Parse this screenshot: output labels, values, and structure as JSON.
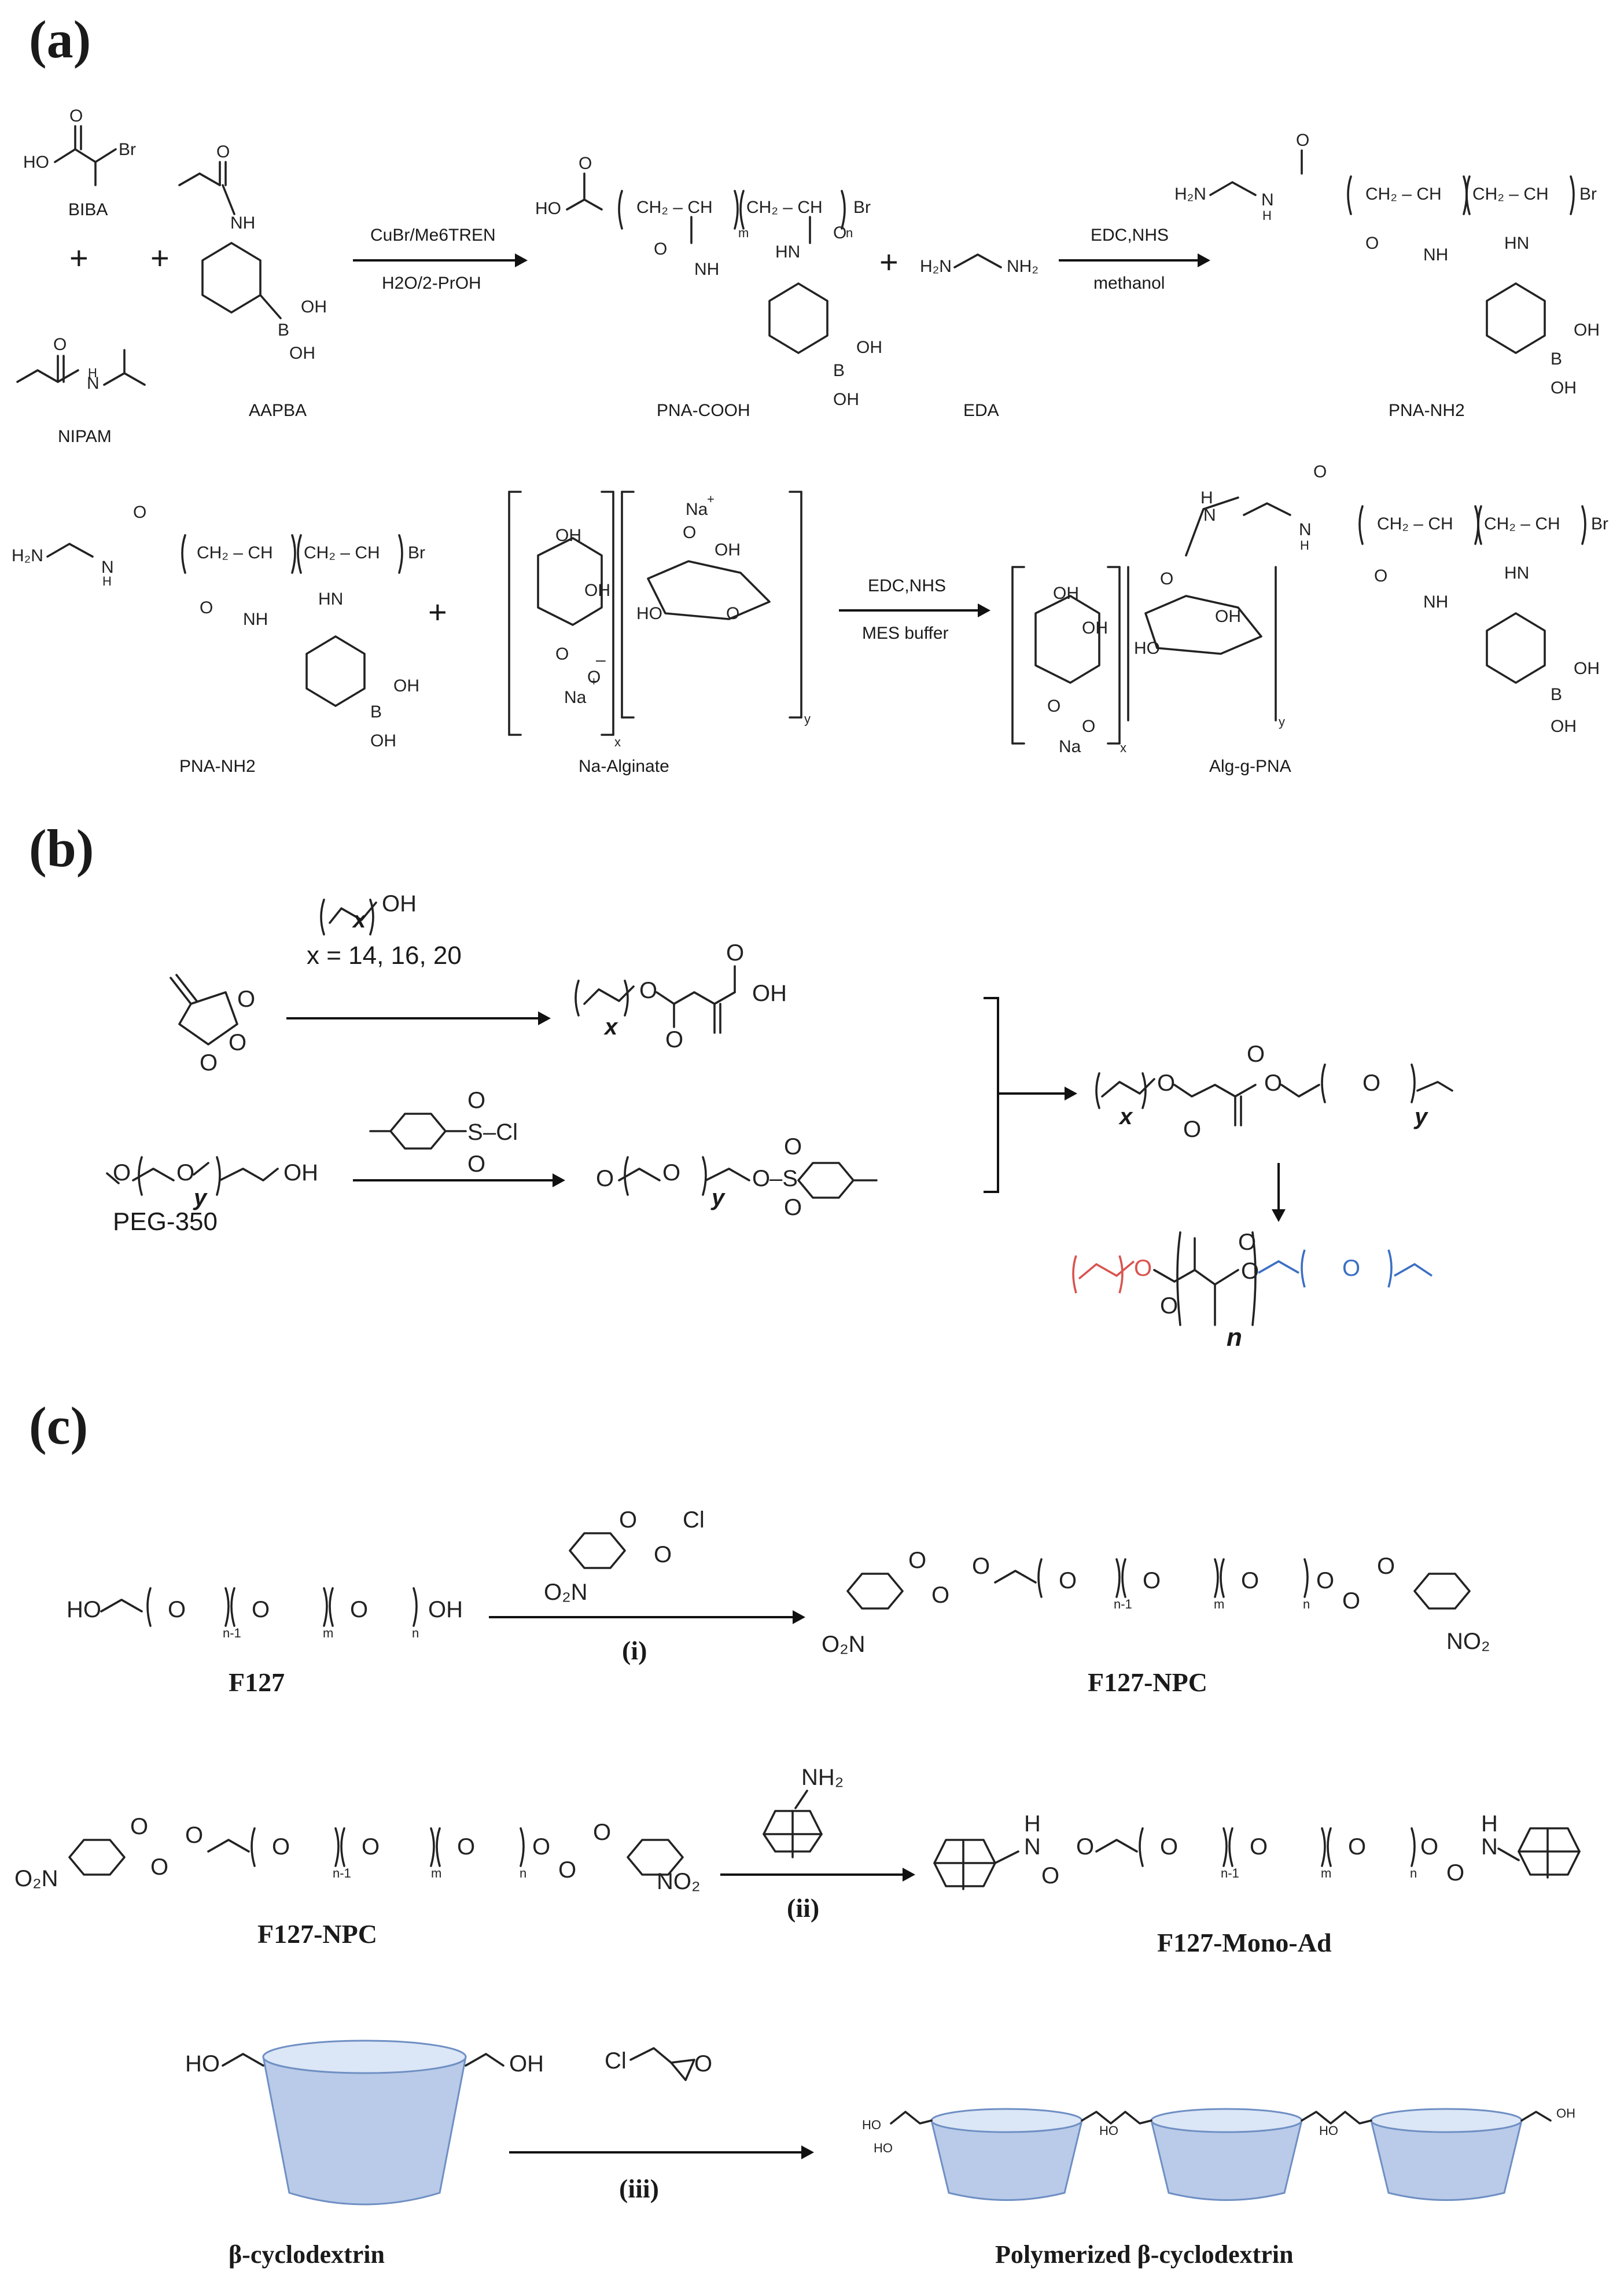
{
  "panel_a": {
    "label": "(a)",
    "reagents": {
      "biba": "BIBA",
      "nipam": "NIPAM",
      "aapba": "AAPBA",
      "pna_cooh": "PNA-COOH",
      "eda": "EDA",
      "pna_nh2": "PNA-NH2",
      "pna_nh2_2": "PNA-NH2",
      "na_alginate": "Na-Alginate",
      "alg_g_pna": "Alg-g-PNA"
    },
    "conditions": {
      "step1_top": "CuBr/Me6TREN",
      "step1_bottom": "H2O/2-PrOH",
      "step2_top": "EDC,NHS",
      "step2_bottom": "methanol",
      "step3_top": "EDC,NHS",
      "step3_bottom": "MES buffer"
    },
    "plus": "+"
  },
  "panel_b": {
    "label": "(b)",
    "x_values": "x = 14, 16, 20",
    "peg": "PEG-350",
    "var_x": "x",
    "var_y": "y",
    "var_n": "n",
    "sulfonyl": "S-Cl"
  },
  "panel_c": {
    "label": "(c)",
    "f127": "F127",
    "f127_npc": "F127-NPC",
    "f127_npc_2": "F127-NPC",
    "f127_mono_ad": "F127-Mono-Ad",
    "beta_cd": "β-cyclodextrin",
    "poly_beta_cd": "Polymerized β-cyclodextrin",
    "step_i": "(i)",
    "step_ii": "(ii)",
    "step_iii": "(iii)"
  }
}
